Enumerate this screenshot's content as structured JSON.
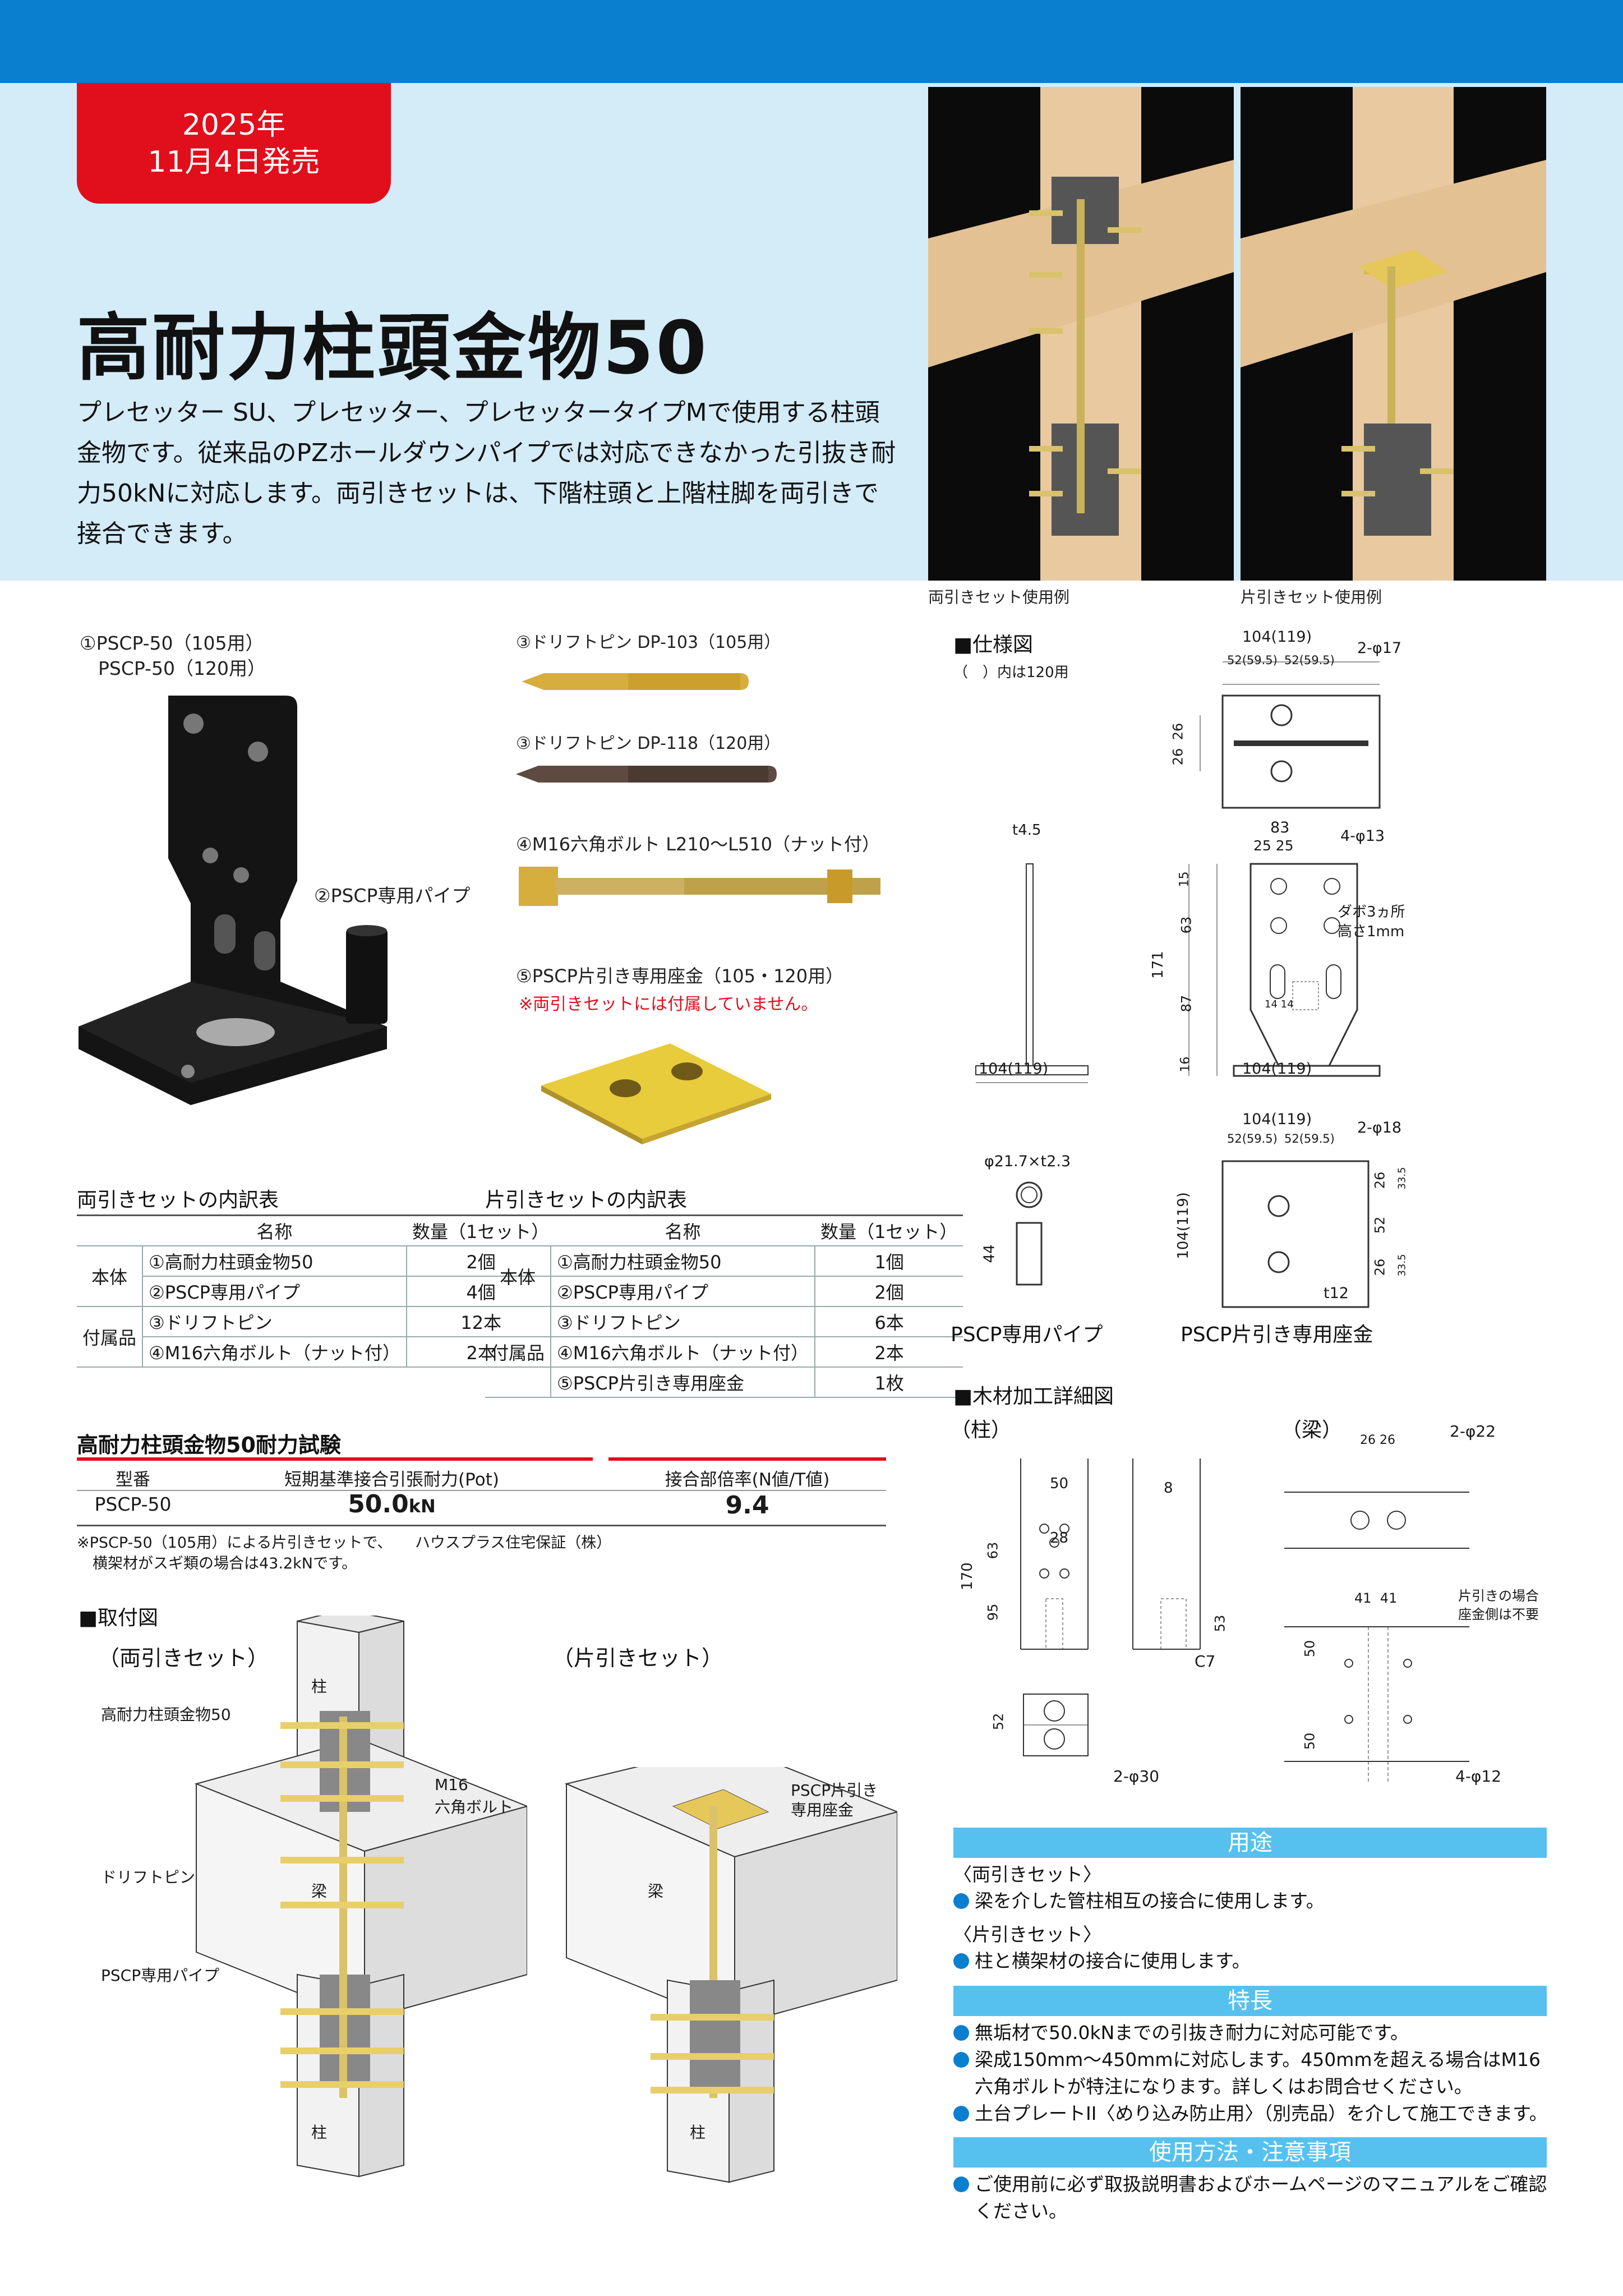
{
  "release": {
    "year": "2025年",
    "date": "11月4日発売"
  },
  "title": "高耐力柱頭金物50",
  "description": "プレセッター SU、プレセッター、プレセッタータイプMで使用する柱頭金物です。従来品のPZホールダウンパイプでは対応できなかった引抜き耐力50kNに対応します。両引きセットは、下階柱頭と上階柱脚を両引きで接合できます。",
  "photos": {
    "left_caption": "両引きセット使用例",
    "right_caption": "片引きセット使用例"
  },
  "products": {
    "p1_line1": "①PSCP-50（105用）",
    "p1_line2": "PSCP-50（120用）",
    "p2": "②PSCP専用パイプ",
    "p3a": "③ドリフトピン DP-103（105用）",
    "p3b": "③ドリフトピン DP-118（120用）",
    "p4": "④M16六角ボルト L210～L510（ナット付）",
    "p5": "⑤PSCP片引き専用座金（105・120用）",
    "p5_note": "※両引きセットには付属していません。"
  },
  "ryobiki_table": {
    "title": "両引きセットの内訳表",
    "headers": [
      "名称",
      "数量（1セット）"
    ],
    "groups": [
      {
        "group": "本体",
        "rows": [
          [
            "①高耐力柱頭金物50",
            "2個"
          ],
          [
            "②PSCP専用パイプ",
            "4個"
          ]
        ]
      },
      {
        "group": "付属品",
        "rows": [
          [
            "③ドリフトピン",
            "12本"
          ],
          [
            "④M16六角ボルト（ナット付）",
            "2本"
          ]
        ]
      }
    ]
  },
  "katabiki_table": {
    "title": "片引きセットの内訳表",
    "headers": [
      "名称",
      "数量（1セット）"
    ],
    "groups": [
      {
        "group": "本体",
        "rows": [
          [
            "①高耐力柱頭金物50",
            "1個"
          ],
          [
            "②PSCP専用パイプ",
            "2個"
          ]
        ]
      },
      {
        "group": "付属品",
        "rows": [
          [
            "③ドリフトピン",
            "6本"
          ],
          [
            "④M16六角ボルト（ナット付）",
            "2本"
          ],
          [
            "⑤PSCP片引き専用座金",
            "1枚"
          ]
        ]
      }
    ]
  },
  "test": {
    "title": "高耐力柱頭金物50耐力試験",
    "h_model": "型番",
    "h_force": "短期基準接合引張耐力(Pot)",
    "h_ratio": "接合部倍率(N値/T値)",
    "model": "PSCP-50",
    "force": "50.0",
    "force_unit": "kN",
    "ratio": "9.4",
    "note1": "※PSCP-50（105用）による片引きセットで、　　ハウスプラス住宅保証（株）",
    "note2": "横架材がスギ類の場合は43.2kNです。"
  },
  "install": {
    "title": "■取付図",
    "ryobiki": "（両引きセット）",
    "katabiki": "（片引きセット）",
    "l_kanamono": "高耐力柱頭金物50",
    "l_bolt1": "M16",
    "l_bolt2": "六角ボルト",
    "l_pin": "ドリフトピン",
    "l_pipe": "PSCP専用パイプ",
    "l_hari": "梁",
    "l_hashira": "柱",
    "l_zagane1": "PSCP片引き",
    "l_zagane2": "専用座金"
  },
  "spec": {
    "title": "■仕様図",
    "note": "（　）内は120用",
    "d_104_119": "104(119)",
    "d_52": "52(59.5)",
    "d_2phi17": "2-φ17",
    "d_26": "26",
    "d_83": "83",
    "d_25": "25",
    "d_4phi13": "4-φ13",
    "d_15": "15",
    "d_63": "63",
    "d_171": "171",
    "d_87": "87",
    "d_16": "16",
    "d_14": "14",
    "d_t45": "t4.5",
    "dabo1": "ダボ3ヵ所",
    "dabo2": "高さ1mm",
    "pipe_dim": "φ21.7×t2.3",
    "d_44": "44",
    "d_2phi18": "2-φ18",
    "d_52b": "52",
    "d_335": "33.5",
    "d_t12": "t12",
    "cap_pipe": "PSCP専用パイプ",
    "cap_washer": "PSCP片引き専用座金"
  },
  "wood": {
    "title": "■木材加工詳細図",
    "col": "（柱）",
    "beam": "（梁）",
    "d_50": "50",
    "d_28": "28",
    "d_63": "63",
    "d_170": "170",
    "d_95": "95",
    "d_8": "8",
    "d_53": "53",
    "d_c7": "C7",
    "d_52": "52",
    "d_2phi30": "2-φ30",
    "d_2626": "26 26",
    "d_2phi22": "2-φ22",
    "d_4141": "41  41",
    "d_50b": "50",
    "d_4phi12": "4-φ12",
    "note1": "片引きの場合",
    "note2": "座金側は不要"
  },
  "usage": {
    "header": "用途",
    "ryobiki_h": "〈両引きセット〉",
    "ryobiki_t": "梁を介した管柱相互の接合に使用します。",
    "katabiki_h": "〈片引きセット〉",
    "katabiki_t": "柱と横架材の接合に使用します。"
  },
  "features": {
    "header": "特長",
    "items": [
      "無垢材で50.0kNまでの引抜き耐力に対応可能です。",
      "梁成150mm～450mmに対応します。450mmを超える場合はM16",
      "六角ボルトが特注になります。詳しくはお問合せください。",
      "土台プレートII〈めり込み防止用〉（別売品）を介して施工できます。"
    ]
  },
  "caution": {
    "header": "使用方法・注意事項",
    "line1": "ご使用前に必ず取扱説明書およびホームページのマニュアルをご確認",
    "line2": "ください。"
  },
  "colors": {
    "brand_blue": "#0a7fd0",
    "light_blue": "#d4ebf8",
    "accent_red": "#e10e1b",
    "bar_blue": "#56c1ef"
  }
}
